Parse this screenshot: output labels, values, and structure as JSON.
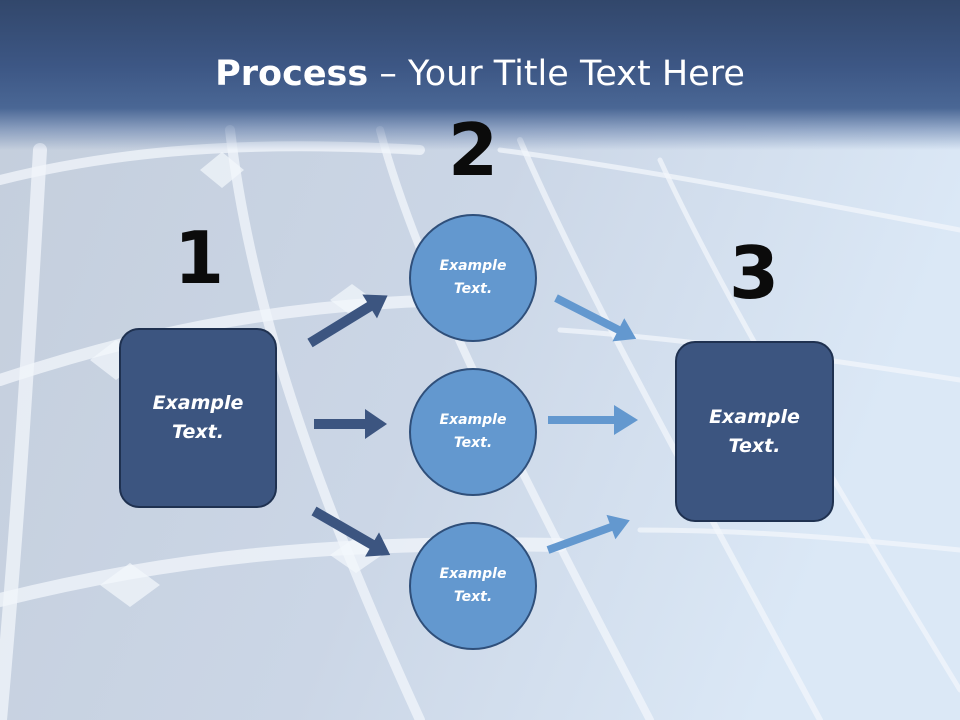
{
  "slide": {
    "title_bold": "Process",
    "title_rest": " – Your Title Text Here"
  },
  "steps": {
    "one": "1",
    "two": "2",
    "three": "3"
  },
  "boxes": {
    "left": "Example Text.",
    "right": "Example Text."
  },
  "circles": [
    "Example Text.",
    "Example Text.",
    "Example Text."
  ],
  "colors": {
    "box_fill": "#3c5580",
    "circle_fill": "#6398cf",
    "arrow_dark": "#3c5580",
    "arrow_light": "#6398cf",
    "title_bar": "#3d5785"
  }
}
